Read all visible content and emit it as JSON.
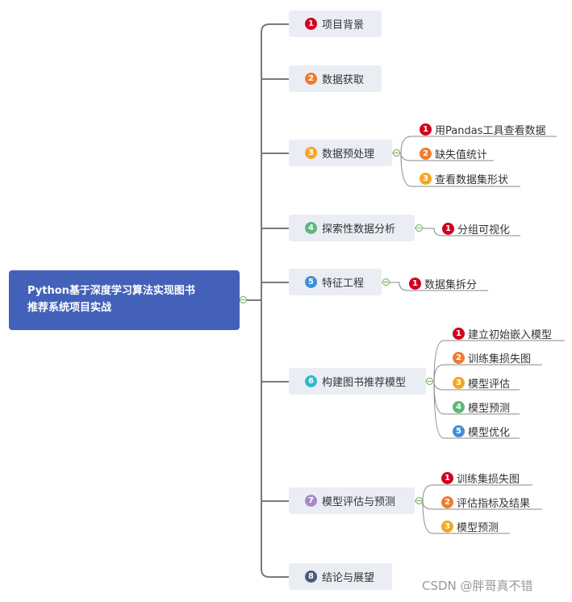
{
  "root": {
    "line1": "Python基于深度学习算法实现图书",
    "line2": "推荐系统项目实战"
  },
  "colors": {
    "1": "#d0021b",
    "2": "#f07b2f",
    "3": "#f5a623",
    "4": "#5cb87a",
    "5": "#3b8fd9",
    "6": "#30b8c9",
    "7": "#a78bc9",
    "8": "#4a5a7a"
  },
  "branches": [
    {
      "num": "1",
      "label": "项目背景"
    },
    {
      "num": "2",
      "label": "数据获取"
    },
    {
      "num": "3",
      "label": "数据预处理",
      "children": [
        {
          "num": "1",
          "label": "用Pandas工具查看数据"
        },
        {
          "num": "2",
          "label": "缺失值统计"
        },
        {
          "num": "3",
          "label": "查看数据集形状"
        }
      ]
    },
    {
      "num": "4",
      "label": "探索性数据分析",
      "children": [
        {
          "num": "1",
          "label": "分组可视化"
        }
      ]
    },
    {
      "num": "5",
      "label": "特征工程",
      "children": [
        {
          "num": "1",
          "label": "数据集拆分"
        }
      ]
    },
    {
      "num": "6",
      "label": "构建图书推荐模型",
      "children": [
        {
          "num": "1",
          "label": "建立初始嵌入模型"
        },
        {
          "num": "2",
          "label": "训练集损失图"
        },
        {
          "num": "3",
          "label": "模型评估"
        },
        {
          "num": "4",
          "label": "模型预测"
        },
        {
          "num": "5",
          "label": "模型优化"
        }
      ]
    },
    {
      "num": "7",
      "label": "模型评估与预测",
      "children": [
        {
          "num": "1",
          "label": "训练集损失图"
        },
        {
          "num": "2",
          "label": "评估指标及结果"
        },
        {
          "num": "3",
          "label": "模型预测"
        }
      ]
    },
    {
      "num": "8",
      "label": "结论与展望"
    }
  ],
  "watermark": "CSDN @胖哥真不错"
}
